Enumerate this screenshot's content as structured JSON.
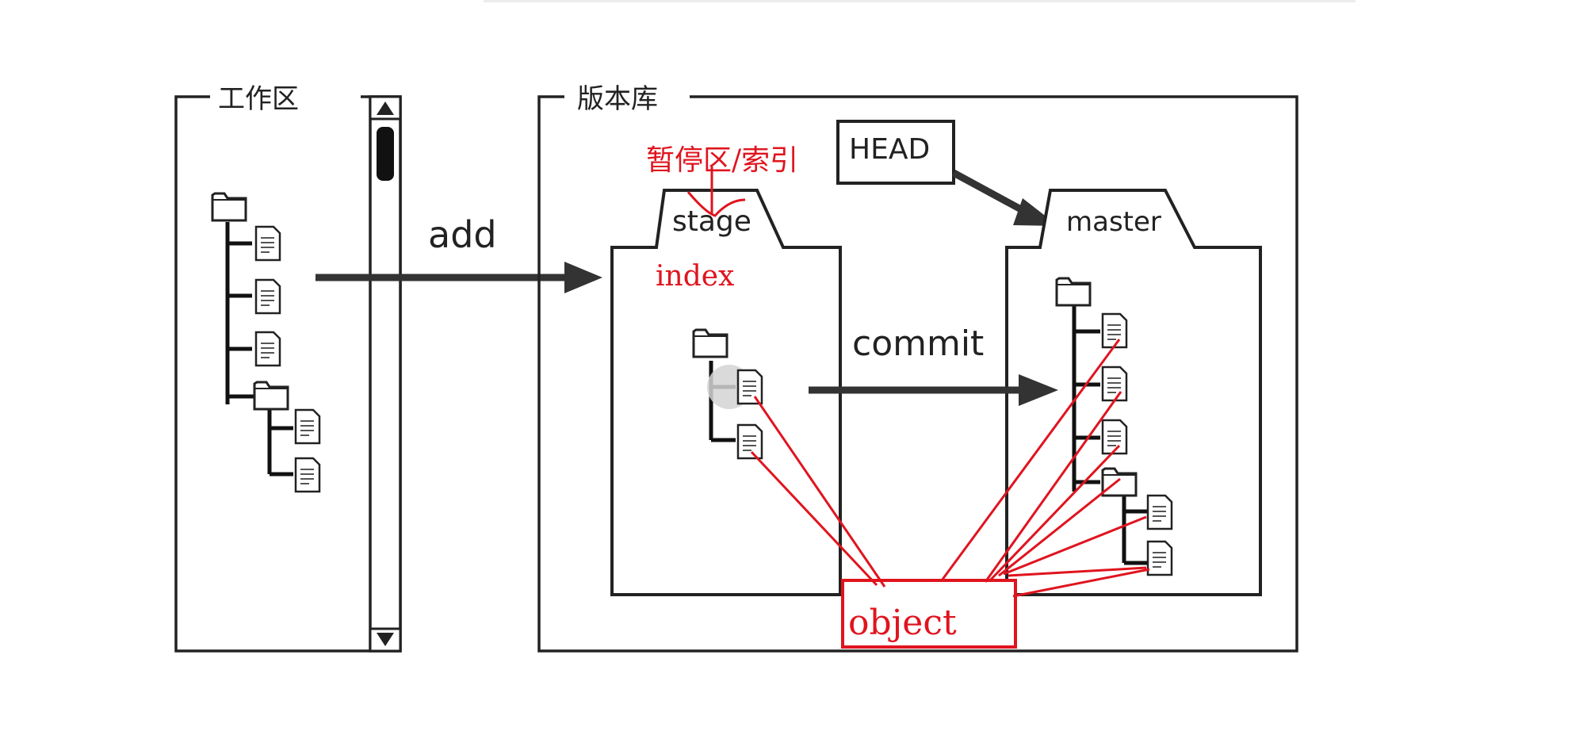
{
  "working_area": {
    "title": "工作区"
  },
  "repository": {
    "title": "版本库"
  },
  "stage": {
    "tab_label": "stage",
    "annotation_cn": "暂停区/索引",
    "annotation_en": "index"
  },
  "head": {
    "label": "HEAD"
  },
  "master": {
    "tab_label": "master"
  },
  "arrows": {
    "add_label": "add",
    "commit_label": "commit"
  },
  "object_box": {
    "label": "object"
  },
  "colors": {
    "ink": "#222222",
    "annotation": "#e0141e",
    "background": "#ffffff"
  },
  "icons": [
    "folder-icon",
    "file-icon",
    "scroll-up-icon",
    "scroll-down-icon"
  ]
}
